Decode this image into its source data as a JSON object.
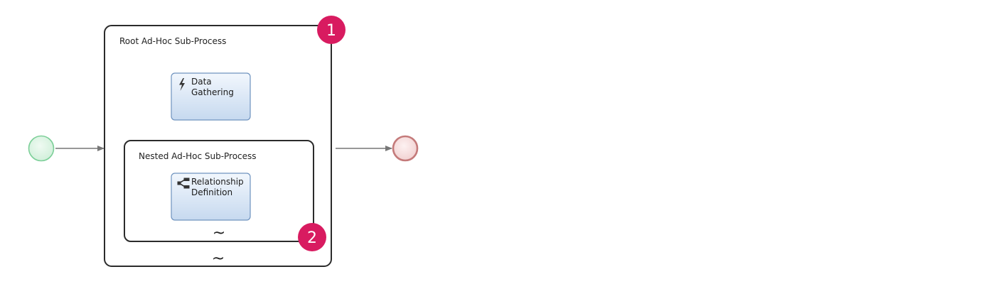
{
  "diagram": {
    "root_subprocess": {
      "label": "Root Ad-Hoc Sub-Process",
      "adhoc_marker": "~",
      "badge": "1"
    },
    "nested_subprocess": {
      "label": "Nested Ad-Hoc Sub-Process",
      "adhoc_marker": "~",
      "badge": "2"
    },
    "tasks": [
      {
        "line1": "Data",
        "line2": "Gathering",
        "icon": "lightning-bolt-icon"
      },
      {
        "line1": "Relationship",
        "line2": "Definition",
        "icon": "share-nodes-icon"
      }
    ],
    "start_event": {
      "icon": "start-event-circle"
    },
    "end_event": {
      "icon": "end-event-circle"
    },
    "colors": {
      "badge": "#d81b60",
      "start_fill": "#d9f3e1",
      "start_stroke": "#7ccf98",
      "end_fill": "#f6dada",
      "end_stroke": "#c47a7a",
      "task_fill_top": "#f2f7fd",
      "task_fill_bottom": "#c6d9ef",
      "task_stroke": "#6f93bf",
      "container_stroke": "#2b2b2b",
      "flow": "#777777"
    }
  }
}
